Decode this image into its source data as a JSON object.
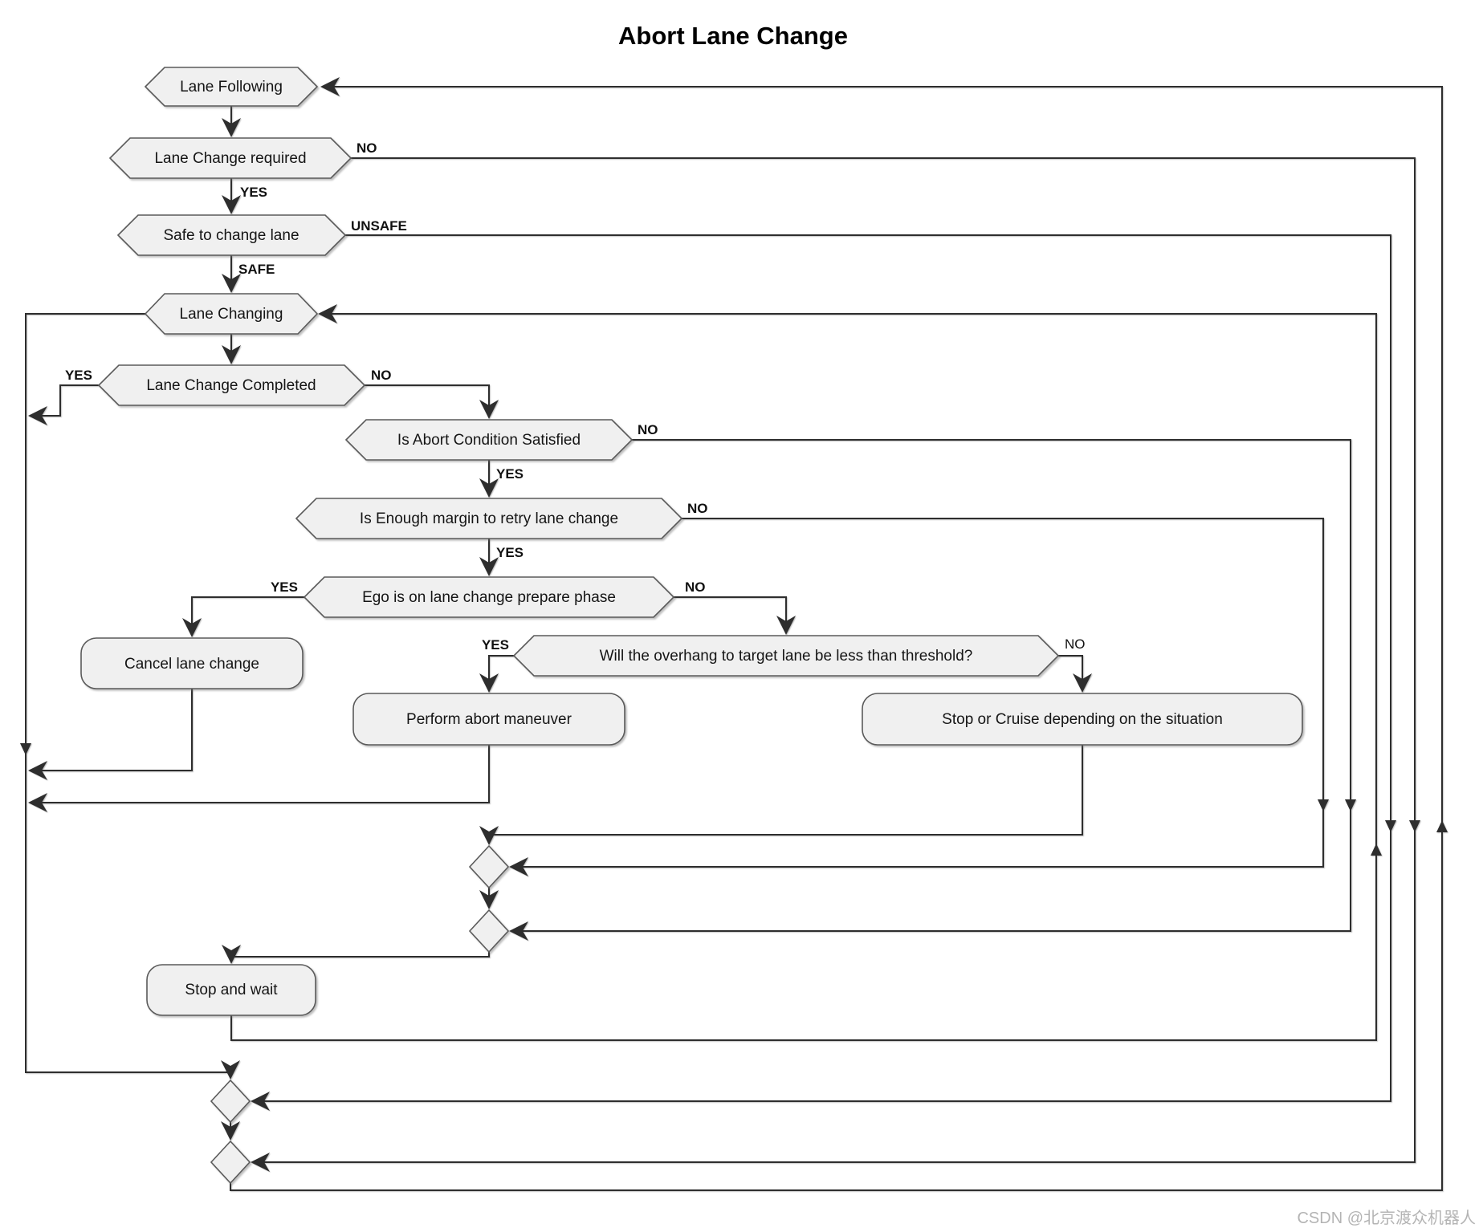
{
  "title": "Abort Lane Change",
  "watermark": "CSDN @北京渡众机器人",
  "colors": {
    "node_fill": "#f0f0f0",
    "node_border": "#5a5a5a",
    "line": "#2e2e2e",
    "text": "#151515",
    "watermark": "#b4b4b4",
    "background": "#ffffff"
  },
  "diagram": {
    "type": "activity-flowchart",
    "nodes": {
      "lane_following": {
        "label": "Lane Following",
        "shape": "hexagon"
      },
      "lane_change_required": {
        "label": "Lane Change required",
        "shape": "hexagon"
      },
      "safe_to_change_lane": {
        "label": "Safe to change lane",
        "shape": "hexagon"
      },
      "lane_changing": {
        "label": "Lane Changing",
        "shape": "hexagon"
      },
      "lane_change_completed": {
        "label": "Lane Change Completed",
        "shape": "hexagon"
      },
      "is_abort_condition_satisfied": {
        "label": "Is Abort Condition Satisfied",
        "shape": "hexagon"
      },
      "is_enough_margin": {
        "label": "Is Enough margin to retry lane change",
        "shape": "hexagon"
      },
      "ego_prepare_phase": {
        "label": "Ego is on lane change prepare phase",
        "shape": "hexagon"
      },
      "cancel_lane_change": {
        "label": "Cancel lane change",
        "shape": "rounded-rect"
      },
      "overhang_threshold": {
        "label": "Will the overhang to target lane be less than threshold?",
        "shape": "hexagon"
      },
      "perform_abort": {
        "label": "Perform abort maneuver",
        "shape": "rounded-rect"
      },
      "stop_or_cruise": {
        "label": "Stop or Cruise depending on the situation",
        "shape": "rounded-rect"
      },
      "stop_and_wait": {
        "label": "Stop and wait",
        "shape": "rounded-rect"
      },
      "merge_1": {
        "label": "",
        "shape": "diamond"
      },
      "merge_2": {
        "label": "",
        "shape": "diamond"
      },
      "merge_3": {
        "label": "",
        "shape": "diamond"
      },
      "merge_4": {
        "label": "",
        "shape": "diamond"
      }
    },
    "edge_labels": {
      "lcr_no": "NO",
      "lcr_yes": "YES",
      "safe_unsafe": "UNSAFE",
      "safe_safe": "SAFE",
      "lcc_yes": "YES",
      "lcc_no": "NO",
      "abort_no": "NO",
      "abort_yes": "YES",
      "margin_no": "NO",
      "margin_yes": "YES",
      "ego_yes": "YES",
      "ego_no": "NO",
      "overhang_yes": "YES",
      "overhang_no": "NO"
    }
  }
}
